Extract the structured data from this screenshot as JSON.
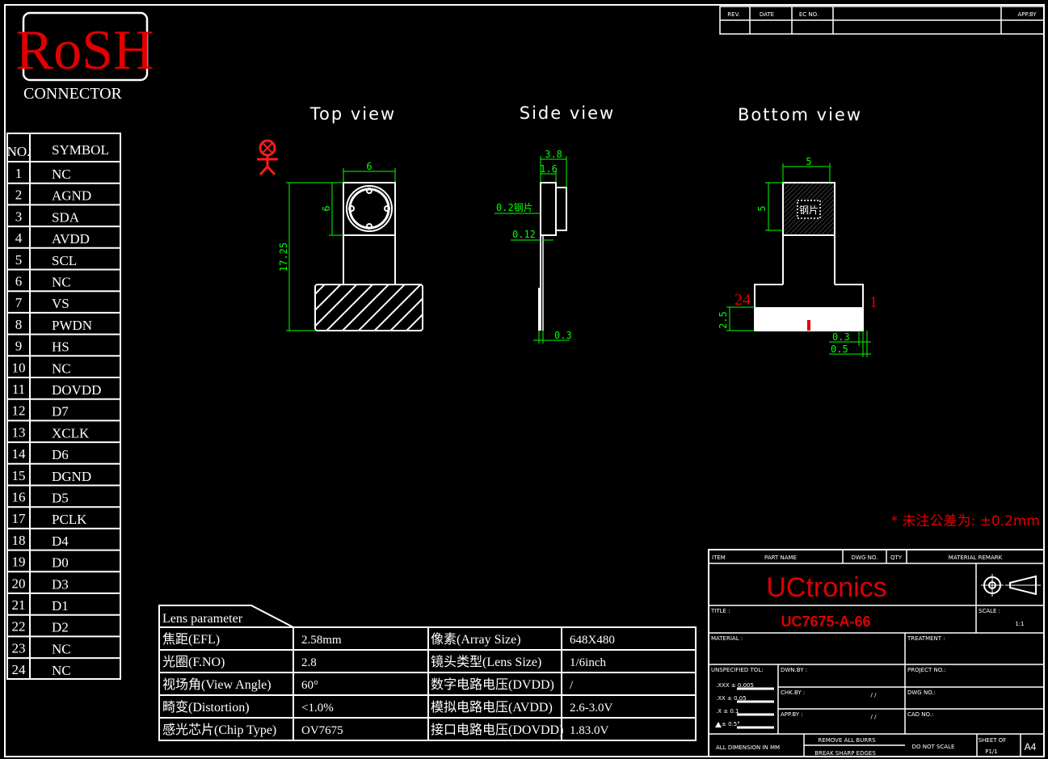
{
  "logo": {
    "brand": "RoSH",
    "subtitle": "CONNECTOR"
  },
  "revision_block": {
    "cols": [
      "REV.",
      "DATE",
      "EC NO.",
      "",
      "APP.BY"
    ]
  },
  "pin_table": {
    "headers": [
      "NO.",
      "SYMBOL"
    ],
    "rows": [
      [
        "1",
        "NC"
      ],
      [
        "2",
        "AGND"
      ],
      [
        "3",
        "SDA"
      ],
      [
        "4",
        "AVDD"
      ],
      [
        "5",
        "SCL"
      ],
      [
        "6",
        "NC"
      ],
      [
        "7",
        "VS"
      ],
      [
        "8",
        "PWDN"
      ],
      [
        "9",
        "HS"
      ],
      [
        "10",
        "NC"
      ],
      [
        "11",
        "DOVDD"
      ],
      [
        "12",
        "D7"
      ],
      [
        "13",
        "XCLK"
      ],
      [
        "14",
        "D6"
      ],
      [
        "15",
        "DGND"
      ],
      [
        "16",
        "D5"
      ],
      [
        "17",
        "PCLK"
      ],
      [
        "18",
        "D4"
      ],
      [
        "19",
        "D0"
      ],
      [
        "20",
        "D3"
      ],
      [
        "21",
        "D1"
      ],
      [
        "22",
        "D2"
      ],
      [
        "23",
        "NC"
      ],
      [
        "24",
        "NC"
      ]
    ]
  },
  "views": {
    "top": {
      "title": "Top view",
      "dims": [
        "6",
        "6",
        "17.25"
      ]
    },
    "side": {
      "title": "Side view",
      "dims": [
        "3.8",
        "1.6",
        "0.2钢片",
        "0.12",
        "0.3"
      ]
    },
    "bottom": {
      "title": "Bottom view",
      "dims": [
        "5",
        "5",
        "2.5",
        "0.3",
        "0.5"
      ],
      "stiffener": "钢片",
      "pin_left": "24",
      "pin_right": "1"
    }
  },
  "tolerance_note": "* 未注公差为: ±0.2mm",
  "lens": {
    "title": "Lens parameter",
    "rows": [
      [
        "焦距(EFL)",
        "2.58mm",
        "像素(Array Size)",
        "648X480"
      ],
      [
        "光圈(F.NO)",
        "2.8",
        "镜头类型(Lens Size)",
        "1/6inch"
      ],
      [
        "视场角(View Angle)",
        "60°",
        "数字电路电压(DVDD)",
        "/"
      ],
      [
        "畸变(Distortion)",
        "<1.0%",
        "模拟电路电压(AVDD)",
        "2.6-3.0V"
      ],
      [
        "感光芯片(Chip Type)",
        "OV7675",
        "接口电路电压(DOVDD)",
        "1.83.0V"
      ]
    ]
  },
  "title_block": {
    "item": "ITEM",
    "part_name": "PART NAME",
    "dwg_no": "DWG NO.",
    "qty": "QTY",
    "material_remark": "MATERIAL REMARK",
    "company": "UCtronics",
    "title_label": "TITLE :",
    "title": "UC7675-A-66",
    "scale_label": "SCALE :",
    "scale": "1:1",
    "material_label": "MATERIAL :",
    "treatment_label": "TREATMENT :",
    "tol_label": "UNSPECIFIED TOL:",
    "tol1": ".XXX ± 0.005",
    "tol2": ".XX ± 0.05",
    "tol3": ".X ± 0.1",
    "tol4": "± 0.5°",
    "dwn_by": "DWN.BY :",
    "chk_by": "CHK.BY :",
    "app_by": "APP.BY :",
    "date_blank": "/ /",
    "project_no": "PROJECT NO.:",
    "dwg_no2": "DWG NO.:",
    "cad_no": "CAD NO.:",
    "all_dim": "ALL DIMENSION IN MM",
    "remove_burrs": "REMOVE ALL BURRS",
    "break_edges": "BREAK SHARP EDGES",
    "no_scale": "DO NOT SCALE",
    "sheet_of": "SHEET OF",
    "sheet": "P1/1",
    "size": "A4"
  }
}
